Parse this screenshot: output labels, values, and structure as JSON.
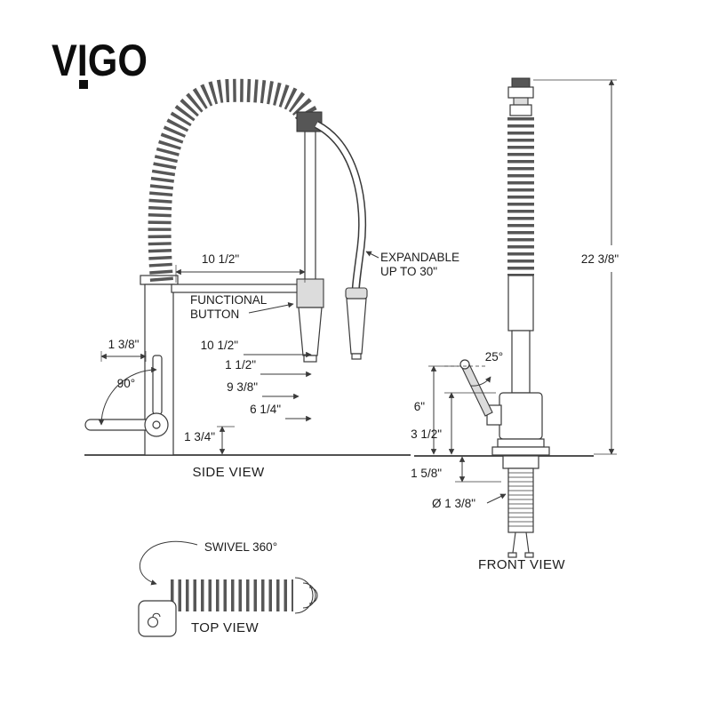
{
  "brand": {
    "logo": "VIGO"
  },
  "side_view": {
    "label": "SIDE VIEW",
    "spout_reach": "10 1/2\"",
    "functional_line1": "FUNCTIONAL",
    "functional_line2": "BUTTON",
    "expandable_line1": "EXPANDABLE",
    "expandable_line2": "UP TO 30\"",
    "handle_width": "1 3/8\"",
    "handle_swing": "90°",
    "spout_height": "10 1/2\"",
    "dim_1_1_2": "1 1/2\"",
    "dim_9_3_8": "9 3/8\"",
    "dim_6_1_4": "6 1/4\"",
    "dim_1_3_4": "1 3/4\""
  },
  "front_view": {
    "label": "FRONT VIEW",
    "overall_height": "22 3/8\"",
    "handle_angle": "25°",
    "dim_6": "6\"",
    "dim_3_1_2": "3 1/2\"",
    "dim_1_5_8": "1 5/8\"",
    "hole_diameter": "Ø 1 3/8\""
  },
  "top_view": {
    "label": "TOP VIEW",
    "swivel": "SWIVEL 360°"
  }
}
